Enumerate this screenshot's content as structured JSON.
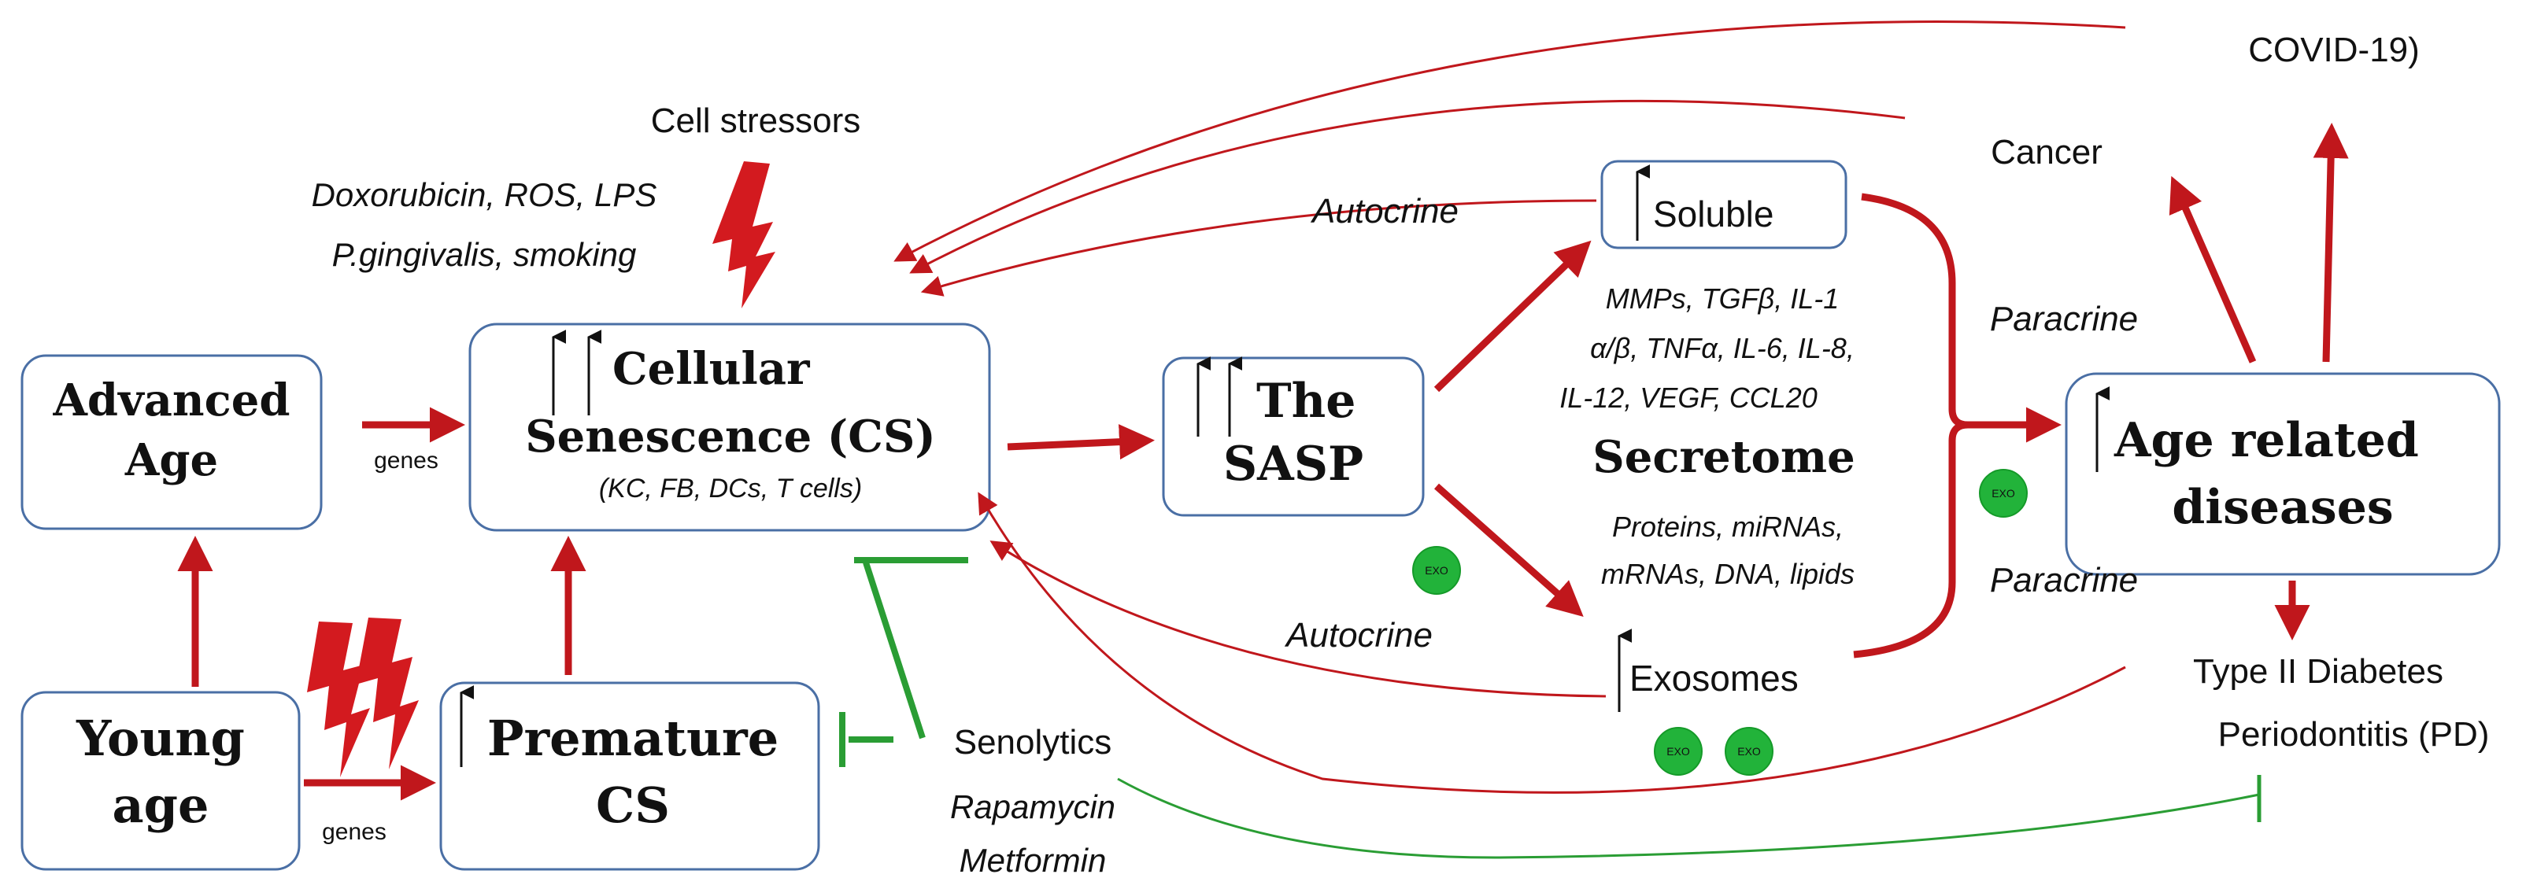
{
  "nodes": {
    "advanced_age": [
      "Advanced",
      "Age"
    ],
    "young_age": [
      "Young",
      "age"
    ],
    "cellular_senescence": {
      "lines": [
        "Cellular",
        "Senescence (CS)"
      ],
      "sub": "(KC, FB, DCs, T cells)"
    },
    "premature_cs": [
      "Premature",
      "CS"
    ],
    "sasp": [
      "The",
      "SASP"
    ],
    "soluble": "Soluble",
    "exosomes": "Exosomes",
    "age_related": [
      "Age related",
      "diseases"
    ]
  },
  "labels": {
    "cell_stressors": "Cell stressors",
    "stressors_list": [
      "Doxorubicin, ROS, LPS",
      "P.gingivalis, smoking"
    ],
    "genes_top": "genes",
    "genes_bottom": "genes",
    "autocrine_top": "Autocrine",
    "autocrine_bottom": "Autocrine",
    "paracrine_top": "Paracrine",
    "paracrine_bottom": "Paracrine",
    "secretome": "Secretome",
    "soluble_factors": [
      "MMPs,    TGFβ,    IL-1",
      "α/β,  TNFα,  IL-6,  IL-8,",
      "IL-12, VEGF, CCL20"
    ],
    "exosome_cargo": [
      "Proteins, miRNAs,",
      "mRNAs, DNA, lipids"
    ],
    "senolytics": "Senolytics",
    "drugs": [
      "Rapamycin",
      "Metformin"
    ],
    "cancer": "Cancer",
    "covid": "COVID-19)",
    "diseases": [
      "Type II Diabetes",
      "Periodontitis (PD)"
    ],
    "exo": "EXO"
  },
  "colors": {
    "arrow": "#c0171c",
    "inhibit": "#2a9d34",
    "exo_fill": "#22b33a",
    "box_stroke": "#4a6fa5"
  }
}
